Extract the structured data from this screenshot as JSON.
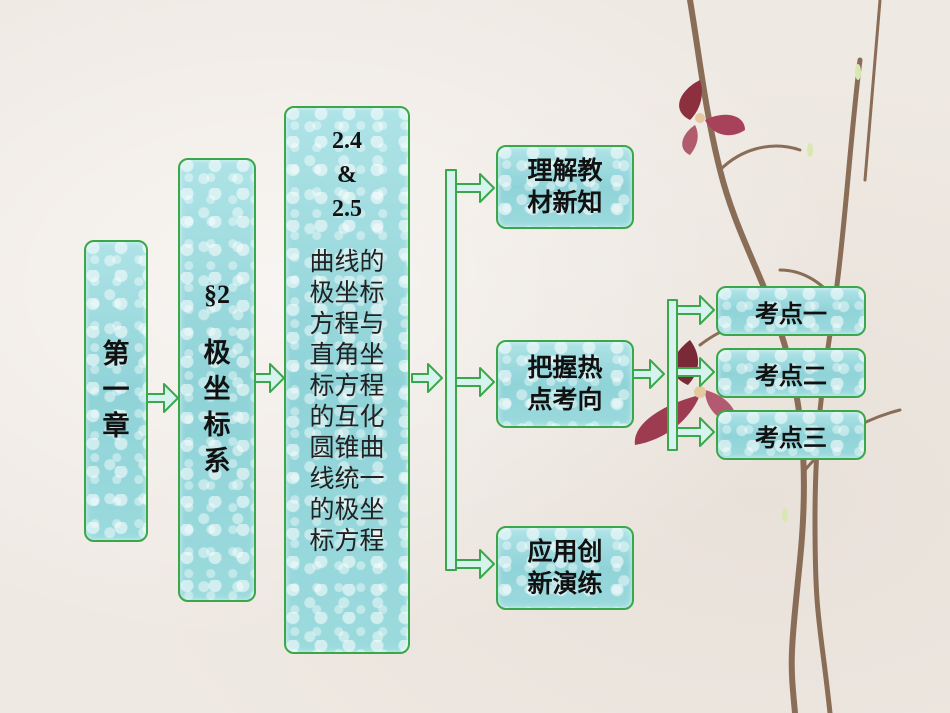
{
  "chapter": {
    "lines": [
      "第",
      "一",
      "章"
    ]
  },
  "section": {
    "number": "§2",
    "lines": [
      "极",
      "坐",
      "标",
      "系"
    ]
  },
  "lesson": {
    "header_lines": [
      "2.4",
      "&",
      "2.5"
    ],
    "body_lines": [
      "曲线的",
      "极坐标",
      "方程与",
      "直角坐",
      "标方程",
      "的互化",
      "圆锥曲",
      "线统一",
      "的极坐",
      "标方程"
    ]
  },
  "branches": {
    "understand": [
      "理解教",
      "材新知"
    ],
    "master": [
      "把握热",
      "点考向"
    ],
    "apply": [
      "应用创",
      "新演练"
    ]
  },
  "kaodian": [
    "考点一",
    "考点二",
    "考点三"
  ],
  "colors": {
    "box_border": "#3aa84a",
    "box_fill": "#9bdadd",
    "arrow_fill": "#d6f3f0",
    "arrow_stroke": "#3aa84a"
  }
}
